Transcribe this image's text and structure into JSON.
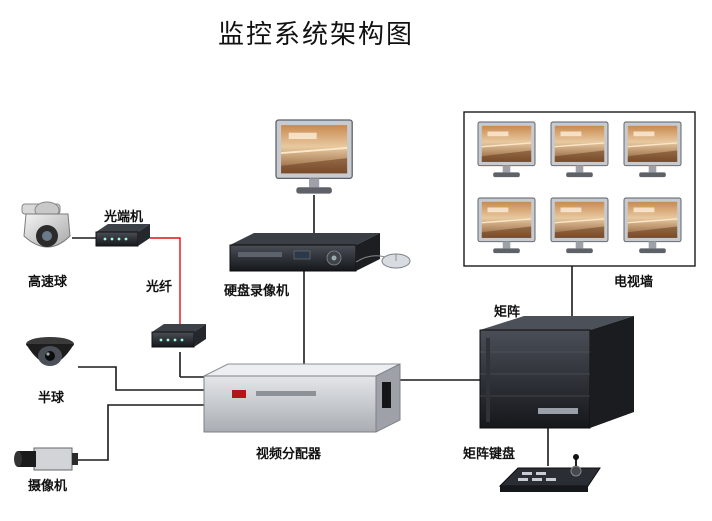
{
  "title": "监控系统架构图",
  "labels": {
    "speed_dome": "高速球",
    "optical_transceiver": "光端机",
    "fiber": "光纤",
    "half_dome": "半球",
    "camera": "摄像机",
    "dvr": "硬盘录像机",
    "video_distributor": "视频分配器",
    "matrix": "矩阵",
    "matrix_keyboard": "矩阵键盘",
    "video_wall": "电视墙"
  },
  "colors": {
    "fiber_line": "#e01010",
    "cable_line": "#1a1a1a",
    "device_silver": "#c9ccd0",
    "device_dark": "#2a2d33"
  }
}
